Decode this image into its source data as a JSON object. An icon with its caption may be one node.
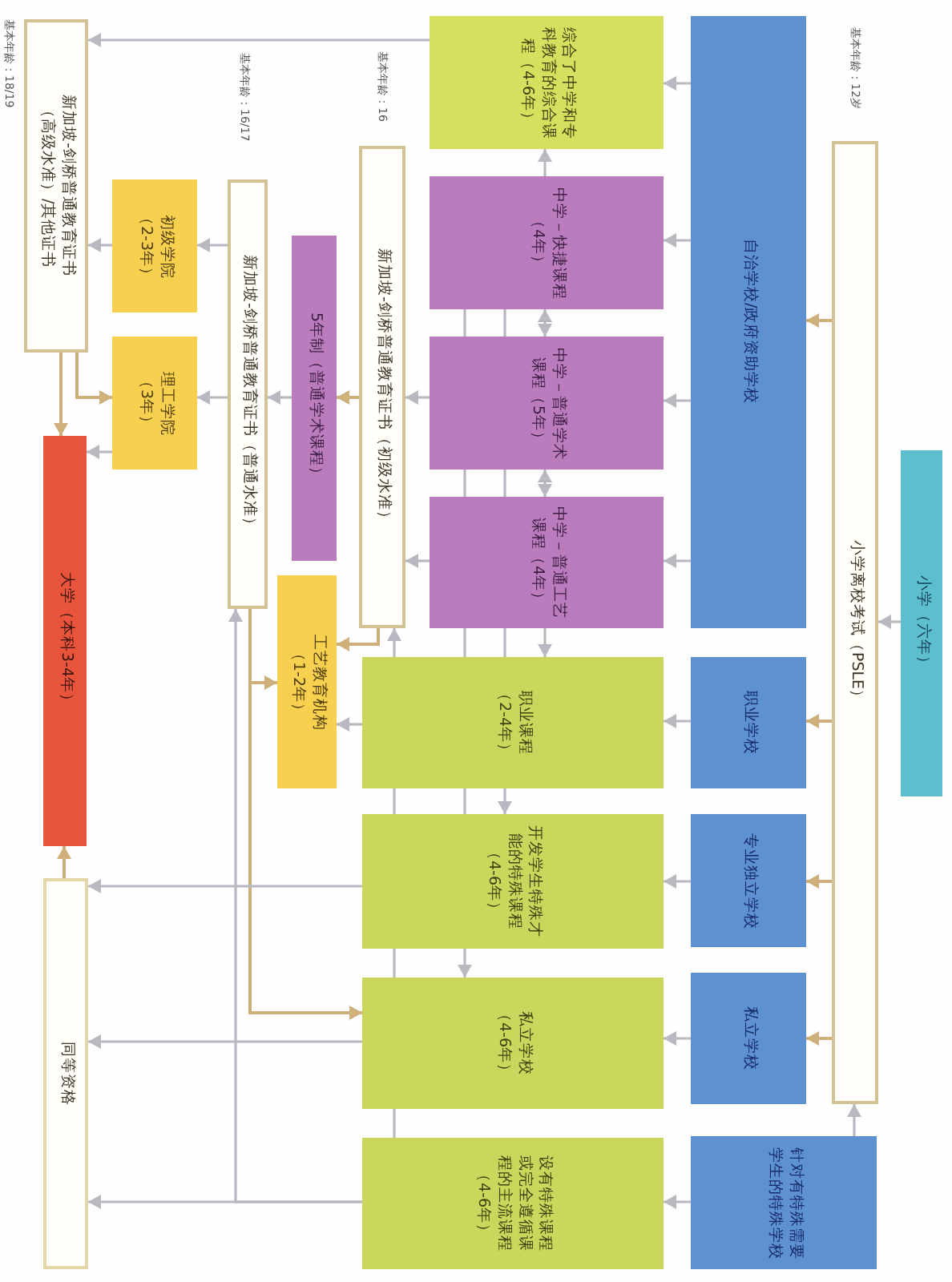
{
  "diagram": {
    "nodes": [
      {
        "text": [
          "新加坡-剑桥普通教育证书（高级水准）/其他证书"
        ],
        "beside": [
          "基本年龄：18/19"
        ]
      },
      {
        "text": [
          "初级学院（2-3年）"
        ]
      },
      {
        "text": [
          "理工学院（3年）"
        ]
      },
      {
        "text": [
          "新加坡-剑桥普通教育证书（普通水准）"
        ],
        "beside": [
          "基本年龄：16/17"
        ]
      },
      {
        "text": [
          "5年制（普通学术课程）"
        ]
      },
      {
        "text": [
          "新加坡-剑桥普通教育证书（初级水准）"
        ],
        "beside": [
          "基本年龄：16"
        ]
      },
      {
        "text": [
          "综合了中学和专科教育的综合课程（4-6年）"
        ]
      },
      {
        "text": [
          "中学－快捷课程（4年）"
        ]
      },
      {
        "text": [
          "中学－普通学术课程（5年）"
        ]
      },
      {
        "text": [
          "中学－普通工艺课程（4年）"
        ]
      },
      {
        "text": [
          "职业课程（2-4年）"
        ]
      },
      {
        "text": [
          "开发学生特殊才能的特殊课程（4-6年）"
        ]
      },
      {
        "text": [
          "私立学校（4-6年）"
        ]
      },
      {
        "text": [
          "设有特殊课程或完全遵循课程的主流课程（4-6年）"
        ]
      },
      {
        "text": [
          "自治学校/政府资助学校"
        ]
      },
      {
        "text": [
          "职业学校"
        ]
      },
      {
        "text": [
          "专业独立学校"
        ]
      },
      {
        "text": [
          "私立学校"
        ]
      },
      {
        "text": [
          "针对有特殊需要学生的特殊学校"
        ]
      },
      {
        "text": [
          "小学离校考试（PSLE）"
        ],
        "beside": [
          "基本年龄：12岁"
        ]
      },
      {
        "text": [
          "小学（六年）"
        ]
      },
      {
        "text": [
          "大学（本科3-4年）"
        ]
      },
      {
        "text": [
          "同等资格"
        ]
      },
      {
        "text": [
          "工艺教育机构（1-2年）"
        ]
      }
    ],
    "edges": [
      {
        "from": 20,
        "to": 19,
        "arrow": "to"
      },
      {
        "from": 18,
        "to": 19,
        "arrow": "to"
      },
      {
        "from": 19,
        "to": 14,
        "arrow": "to",
        "color": "#cfb07a"
      },
      {
        "from": 19,
        "to": 15,
        "arrow": "to",
        "color": "#cfb07a"
      },
      {
        "from": 19,
        "to": 16,
        "arrow": "to",
        "color": "#cfb07a"
      },
      {
        "from": 19,
        "to": 17,
        "arrow": "to",
        "color": "#cfb07a"
      },
      {
        "from": 14,
        "to": 6,
        "arrow": "to"
      },
      {
        "from": 14,
        "to": 7,
        "arrow": "to"
      },
      {
        "from": 14,
        "to": 8,
        "arrow": "to"
      },
      {
        "from": 14,
        "to": 9,
        "arrow": "to"
      },
      {
        "from": 15,
        "to": 10,
        "arrow": "to"
      },
      {
        "from": 16,
        "to": 11,
        "arrow": "to"
      },
      {
        "from": 17,
        "to": 12,
        "arrow": "to"
      },
      {
        "from": 18,
        "to": 13,
        "arrow": "to"
      },
      {
        "from": 7,
        "to": 6,
        "arrow": "to"
      },
      {
        "from": 7,
        "to": 8,
        "arrow": "both"
      },
      {
        "from": 8,
        "to": 9,
        "arrow": "both"
      },
      {
        "from": 9,
        "to": 10,
        "arrow": "to"
      },
      {
        "from": 7,
        "to": 8,
        "arrow": "none"
      },
      {
        "from": 8,
        "to": 9,
        "arrow": "none"
      },
      {
        "from": 9,
        "to": 10,
        "arrow": "none"
      },
      {
        "from": 10,
        "to": 11,
        "arrow": "to"
      },
      {
        "from": 7,
        "to": 8,
        "arrow": "none"
      },
      {
        "from": 8,
        "to": 9,
        "arrow": "none"
      },
      {
        "from": 9,
        "to": 10,
        "arrow": "none"
      },
      {
        "from": 10,
        "to": 11,
        "arrow": "none"
      },
      {
        "from": 11,
        "to": 12,
        "arrow": "to"
      },
      {
        "from": 10,
        "to": 5,
        "arrow": "to"
      },
      {
        "from": 10,
        "to": 11,
        "arrow": "none"
      },
      {
        "from": 11,
        "to": 12,
        "arrow": "none"
      },
      {
        "from": 12,
        "to": 13,
        "arrow": "none"
      },
      {
        "from": 8,
        "to": 5,
        "arrow": "to"
      },
      {
        "from": 9,
        "to": 5,
        "arrow": "to"
      },
      {
        "from": 5,
        "to": 4,
        "arrow": "to",
        "color": "#cfb07a"
      },
      {
        "from": 4,
        "to": 3,
        "arrow": "to"
      },
      {
        "from": 3,
        "to": 1,
        "arrow": "to"
      },
      {
        "from": 3,
        "to": 2,
        "arrow": "to"
      },
      {
        "from": 1,
        "to": 0,
        "arrow": "to"
      },
      {
        "from": 6,
        "to": 0,
        "arrow": "to"
      },
      {
        "from": 0,
        "to": 2,
        "arrow": "to",
        "color": "#cfb07a"
      },
      {
        "from": 0,
        "to": 21,
        "arrow": "to",
        "color": "#cfb07a"
      },
      {
        "from": 2,
        "to": 21,
        "arrow": "to"
      },
      {
        "from": 22,
        "to": 21,
        "arrow": "to",
        "color": "#cfb07a"
      },
      {
        "from": 5,
        "to": 23,
        "arrow": "to",
        "color": "#cfb07a"
      },
      {
        "from": 10,
        "to": 23,
        "arrow": "to"
      },
      {
        "from": 3,
        "to": 23,
        "arrow": "to",
        "color": "#cfb07a"
      },
      {
        "from": 3,
        "to": 12,
        "arrow": "to",
        "color": "#cfb07a"
      },
      {
        "from": 11,
        "to": 22,
        "arrow": "to"
      },
      {
        "from": 12,
        "to": 22,
        "arrow": "to"
      },
      {
        "from": 13,
        "to": 22,
        "arrow": "to"
      },
      {
        "from": 13,
        "to": 3,
        "arrow": "to"
      }
    ]
  }
}
